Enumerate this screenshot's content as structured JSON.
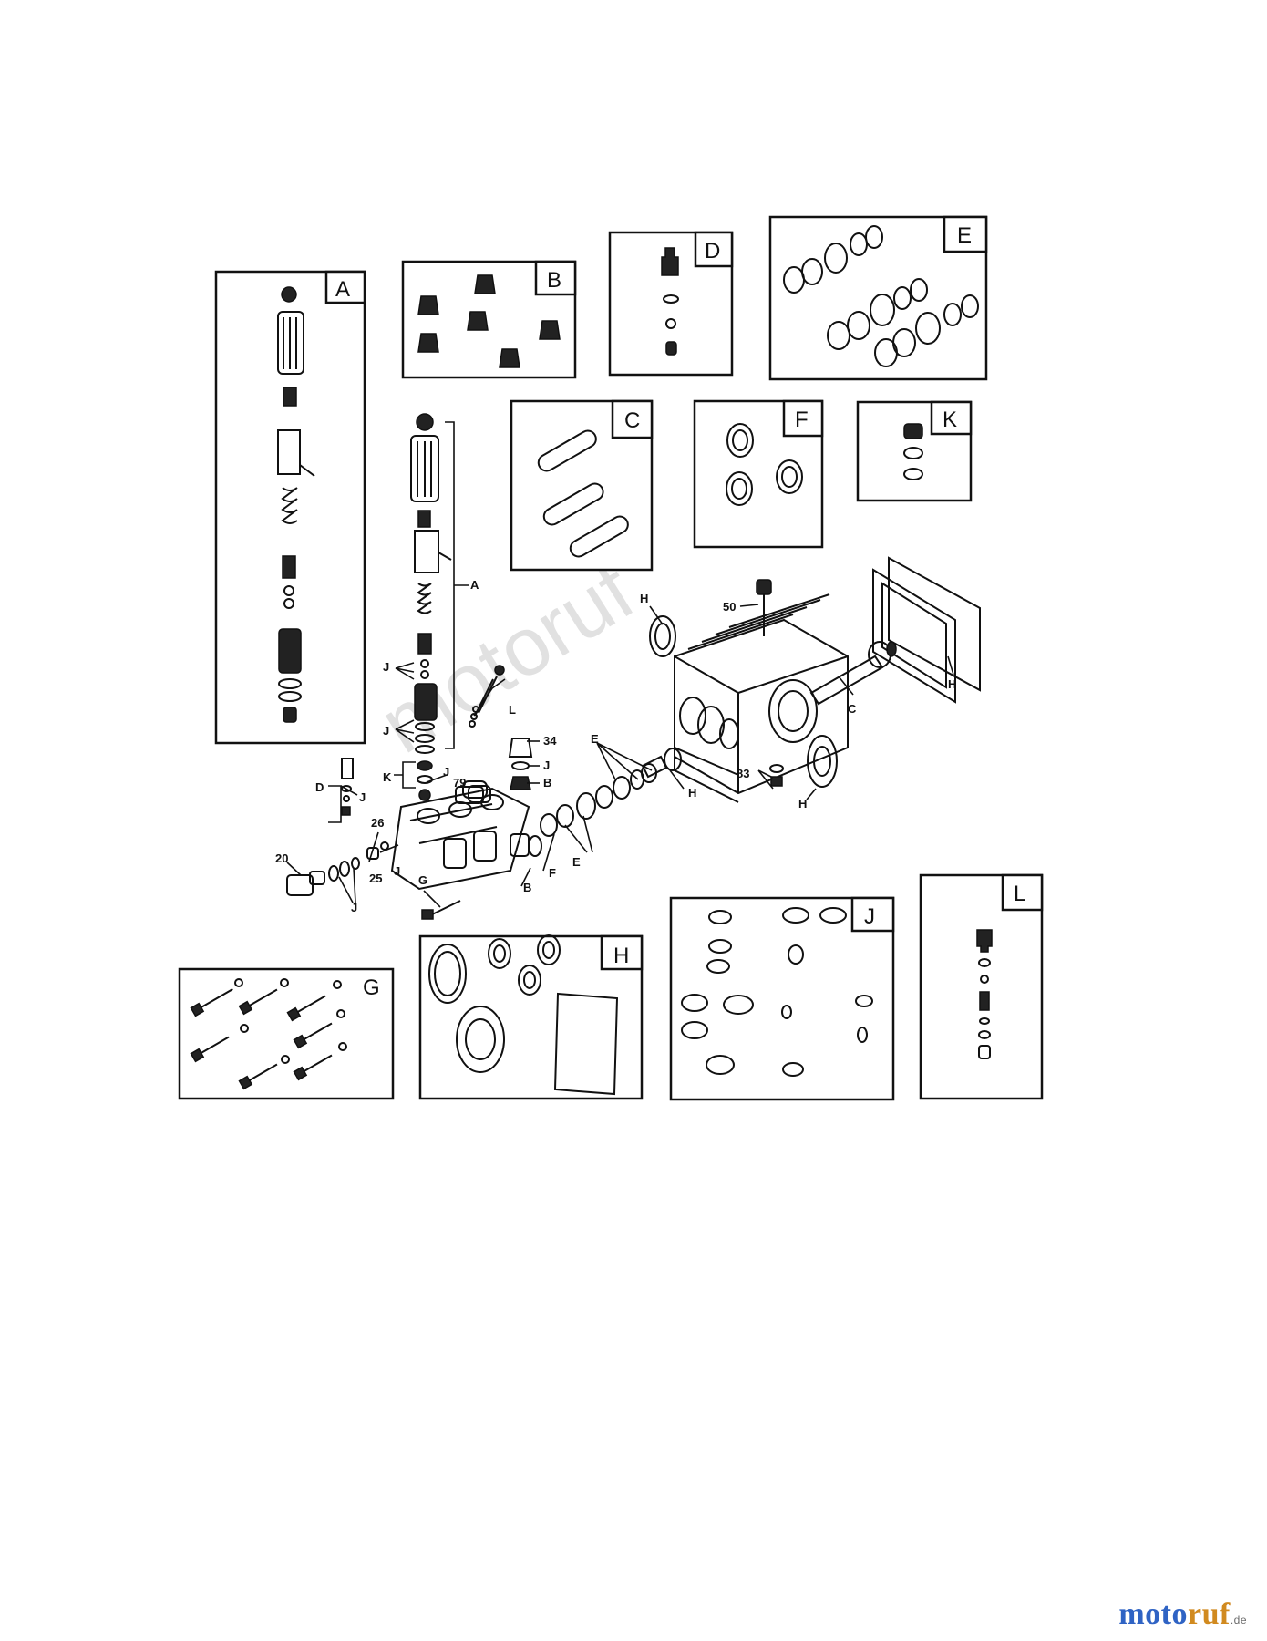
{
  "watermark": "motoruf",
  "brand": {
    "part1": "moto",
    "part2": "ruf",
    "part3": ".de",
    "color1": "#2f63c4",
    "color2": "#d18a1f"
  },
  "kit_boxes": [
    "A",
    "B",
    "C",
    "D",
    "E",
    "F",
    "G",
    "H",
    "J",
    "K",
    "L"
  ],
  "callouts": {
    "A": "A",
    "C": "C",
    "D": "D",
    "G": "G",
    "K": "K",
    "L": "L",
    "H1": "H",
    "H2": "H",
    "H3": "H",
    "H4": "H",
    "J1": "J",
    "J2": "J",
    "J3": "J",
    "J4": "J",
    "J5": "J",
    "J6": "J",
    "J7": "J",
    "B1": "B",
    "B2": "B",
    "E1": "E",
    "E2": "E",
    "F": "F",
    "n50": "50",
    "n34": "34",
    "n79": "79",
    "n26": "26",
    "n25": "25",
    "n20": "20",
    "n83": "83"
  }
}
